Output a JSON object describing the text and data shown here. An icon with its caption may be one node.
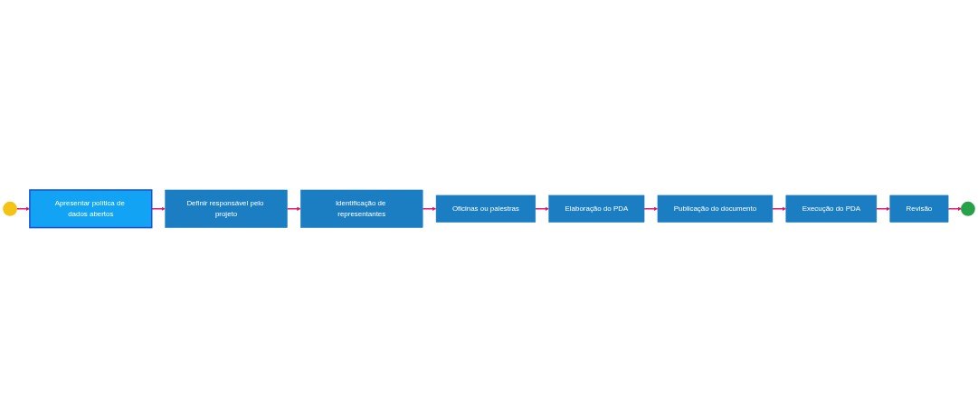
{
  "diagram": {
    "nodes": [
      {
        "text": [],
        "shape": "circle"
      },
      {
        "text": [
          "Apresentar política de dados abertos"
        ]
      },
      {
        "text": [
          "Definir responsável pelo projeto"
        ]
      },
      {
        "text": [
          "Identificação de representantes"
        ]
      },
      {
        "text": [
          "Oficinas ou palestras"
        ]
      },
      {
        "text": [
          "Elaboração do PDA"
        ]
      },
      {
        "text": [
          "Publicação do documento"
        ]
      },
      {
        "text": [
          "Execução do PDA"
        ]
      },
      {
        "text": [
          "Revisão"
        ]
      },
      {
        "text": [],
        "shape": "circle"
      }
    ],
    "edges": [
      {
        "from": 0,
        "to": 1,
        "arrow": "to"
      },
      {
        "from": 1,
        "to": 2,
        "arrow": "to"
      },
      {
        "from": 2,
        "to": 3,
        "arrow": "to"
      },
      {
        "from": 3,
        "to": 4,
        "arrow": "to"
      },
      {
        "from": 4,
        "to": 5,
        "arrow": "to"
      },
      {
        "from": 5,
        "to": 6,
        "arrow": "to"
      },
      {
        "from": 6,
        "to": 7,
        "arrow": "to"
      },
      {
        "from": 7,
        "to": 8,
        "arrow": "to"
      },
      {
        "from": 8,
        "to": 9,
        "arrow": "to"
      }
    ]
  }
}
